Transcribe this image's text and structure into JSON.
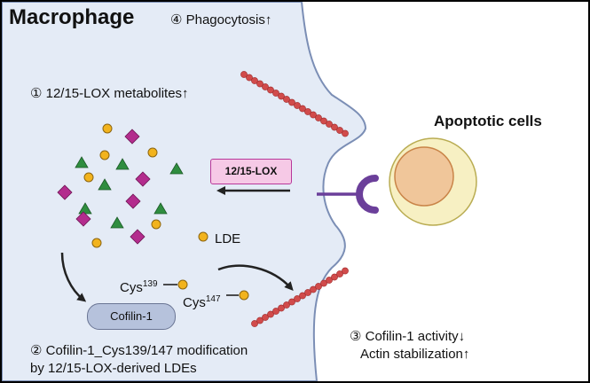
{
  "labels": {
    "title": "Macrophage",
    "phagocytosis": "④ Phagocytosis↑",
    "lox_metabolites": "① 12/15-LOX metabolites↑",
    "apoptotic_cells": "Apoptotic cells",
    "lox_enzyme": "12/15-LOX",
    "lde": "LDE",
    "cys139_base": "Cys",
    "cys139_sup": "139",
    "cys147_base": "Cys",
    "cys147_sup": "147",
    "cofilin": "Cofilin-1",
    "step2_line1": "② Cofilin-1_Cys139/147 modification",
    "step2_line2": "by 12/15-LOX-derived LDEs",
    "step3_line1": "③ Cofilin-1 activity↓",
    "step3_line2": "Actin stabilization↑"
  },
  "colors": {
    "cell_fill": "#e4ebf6",
    "cell_edge": "#7b8eb5",
    "apoptotic_outer": "#f7f0c3",
    "apoptotic_nucleus": "#f0c69a",
    "actin": "#d14b4b",
    "lde_dot": "#f2b31d",
    "triangle": "#2f8d3f",
    "diamond": "#b32c8d",
    "receptor": "#6b3f9a"
  },
  "icons": [
    "actin-filament",
    "lde-dot-icon",
    "triangle-metabolite-icon",
    "diamond-metabolite-icon",
    "receptor-icon",
    "arrow-icon"
  ]
}
